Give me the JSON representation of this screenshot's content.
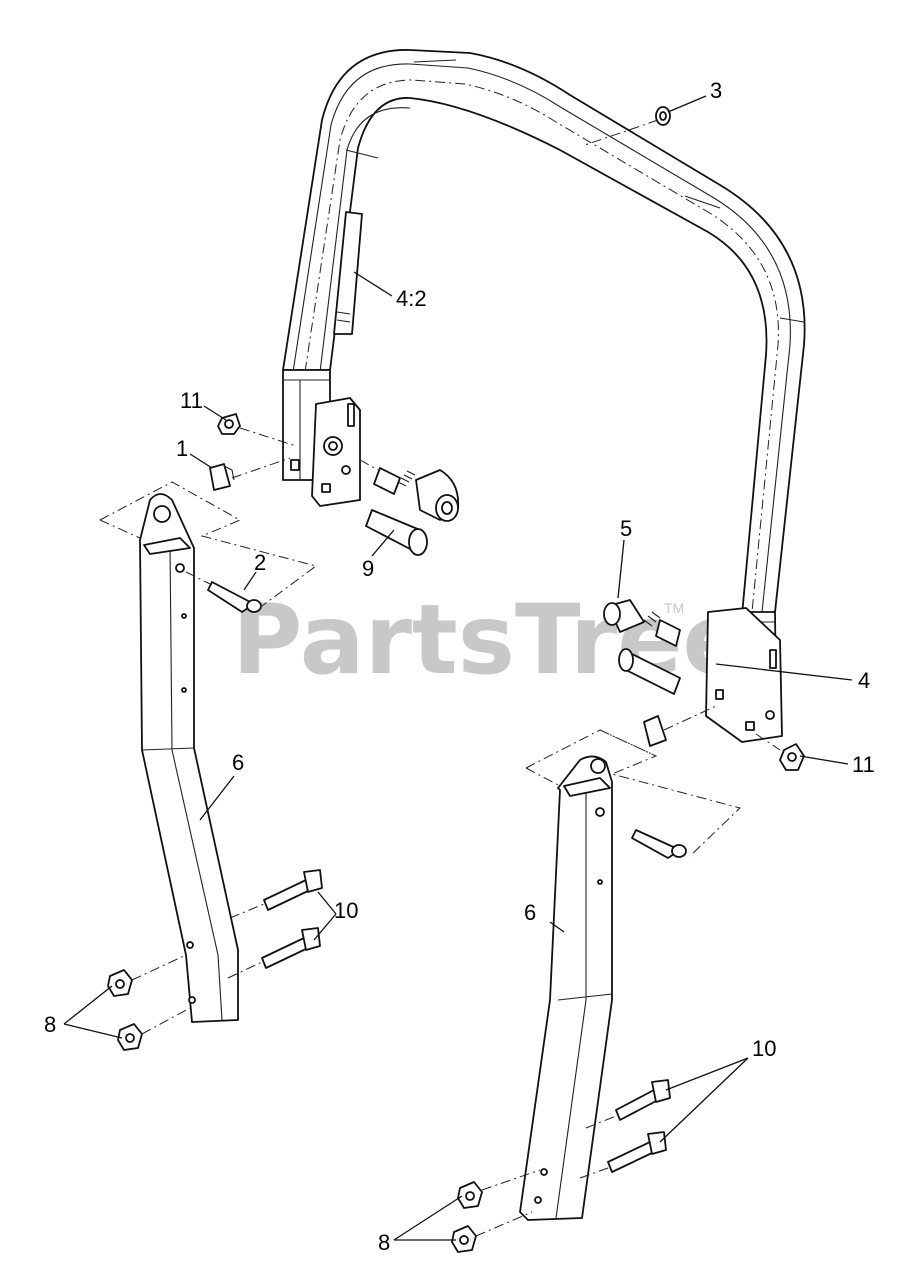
{
  "watermark": {
    "brand": "PartsTree",
    "trademark": "TM"
  },
  "callouts": {
    "roll_bar_decal": "4:2",
    "washer_top": "3",
    "nut_upper_left": "11",
    "clip_left": "1",
    "spacer_left": "2",
    "pin_knob_left": "9",
    "pin_knob_right": "5",
    "pivot_pin_right": "4",
    "nut_right": "11",
    "upright_left": "6",
    "upright_right": "6",
    "bolts_left": "10",
    "bolts_right": "10",
    "nuts_left": "8",
    "nuts_right": "8"
  }
}
